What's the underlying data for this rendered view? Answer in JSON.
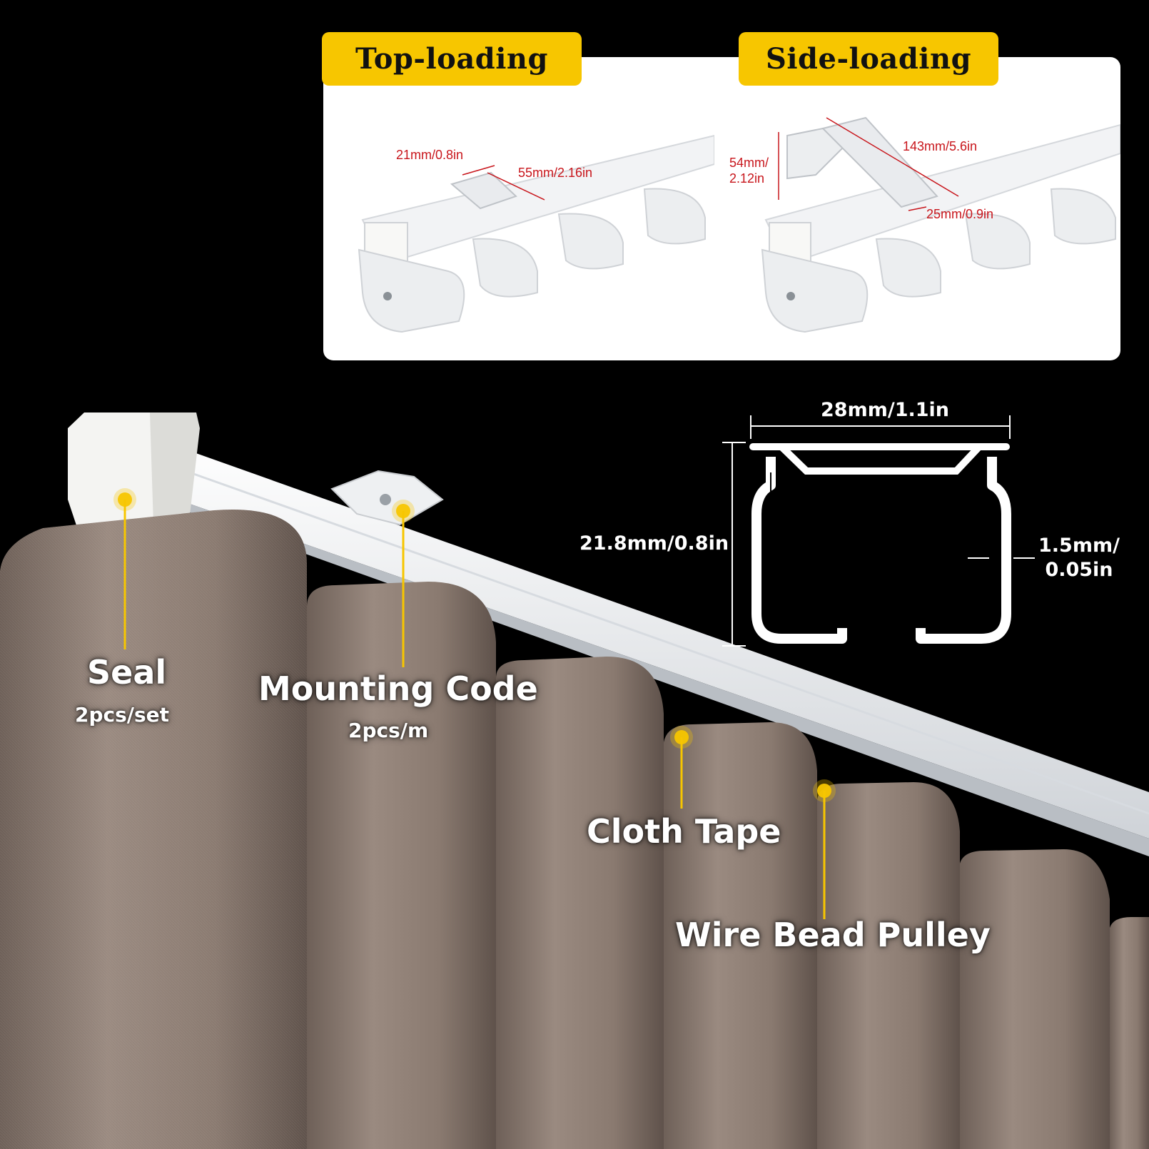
{
  "loading_types": {
    "top": {
      "label": "Top-loading",
      "dims": {
        "bracket_width": "21mm/0.8in",
        "bracket_length": "55mm/2.16in"
      }
    },
    "side": {
      "label": "Side-loading",
      "dims": {
        "height_line1": "54mm/",
        "height_line2": "2.12in",
        "length": "143mm/5.6in",
        "width": "25mm/0.9in"
      }
    }
  },
  "profile": {
    "width": "28mm/1.1in",
    "height": "21.8mm/0.8in",
    "thickness_line1": "1.5mm/",
    "thickness_line2": "0.05in"
  },
  "callouts": {
    "seal": {
      "title": "Seal",
      "sub": "2pcs/set"
    },
    "mounting_code": {
      "title": "Mounting Code",
      "sub": "2pcs/m"
    },
    "cloth_tape": {
      "title": "Cloth Tape"
    },
    "wire_bead_pulley": {
      "title": "Wire Bead Pulley"
    }
  },
  "colors": {
    "accent_yellow": "#f7c600",
    "dimension_red": "#c8151b",
    "curtain_taupe": "#8a7a70",
    "rail_white": "#f2f3f5",
    "background": "#000000"
  }
}
